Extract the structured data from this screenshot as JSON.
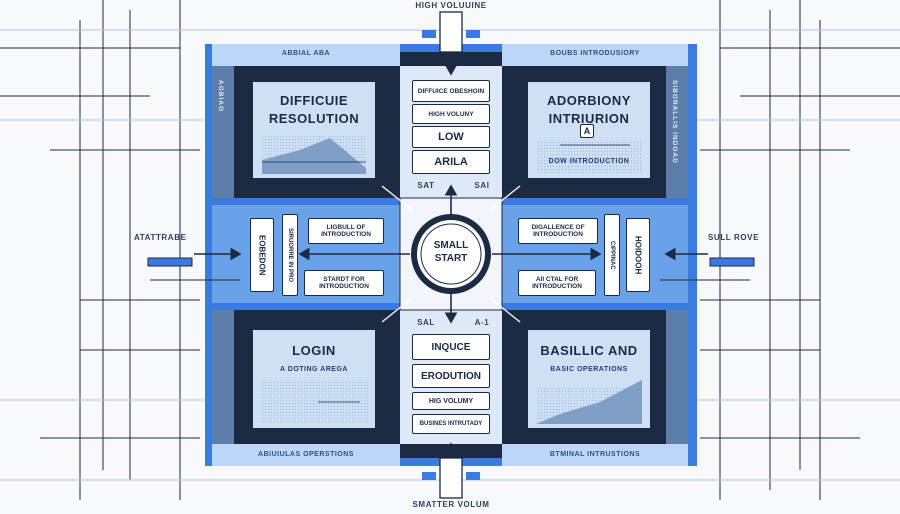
{
  "top_label": "HIGH VOLUUINE",
  "bottom_label": "SMATTER VOLUM",
  "left_label": "ATATTRABE",
  "right_label": "SULL ROVE",
  "top_left_strip": "ABBIAL ABA",
  "top_right_strip": "BOUBS INTRODUSIORY",
  "bottom_left_strip": "ABIUIULAS OPERSTIONS",
  "bottom_right_strip": "BTMINAL INTRUSTIONS",
  "center": {
    "label": "SMALL START"
  },
  "upper_center_labels": [
    "SAT",
    "SAI"
  ],
  "lower_center_labels": [
    "SAL",
    "A-1"
  ],
  "quadrants": {
    "top_left": {
      "title": "DIFFICUIE RESOLUTION"
    },
    "top_right": {
      "title": "ADORBIONY INTRIURION",
      "caption": "DOW INTRODUCTION",
      "icon_letter": "A"
    },
    "bottom_left": {
      "title": "LOGIN",
      "caption": "A DOTING AREGA"
    },
    "bottom_right": {
      "title": "BASILLIC AND",
      "caption": "BASIC OPERATIONS"
    }
  },
  "top_stack": [
    "DIFFUICE OBESHOIN",
    "HIGH VOLUNY",
    "LOW",
    "ARILA"
  ],
  "bottom_stack": [
    "INQUCE",
    "ERODUTION",
    "HIG VOLUMY",
    "BUSINES INTRUTADY"
  ],
  "left_boxes": [
    "LIGBULL OF INTRODUCTION",
    "STARDT FOR INTRODUCTION"
  ],
  "right_boxes": [
    "DIGALLENCE OF INTRODUCTION",
    "AIl CTAL FOR INTRODUCTION"
  ],
  "left_vertical": [
    "EOBEDON",
    "SIRUORRE IN PRO"
  ],
  "right_vertical": [
    "CIPPINAC",
    "HOIDOOH"
  ],
  "left_side_caption": "AOBIAO",
  "right_side_caption": "SIBORALLIS INDOAD",
  "colors": {
    "navy": "#1c2a44",
    "mid_blue": "#3b7be0",
    "light_blue": "#bcd6f5",
    "panel": "#dde9f8"
  }
}
